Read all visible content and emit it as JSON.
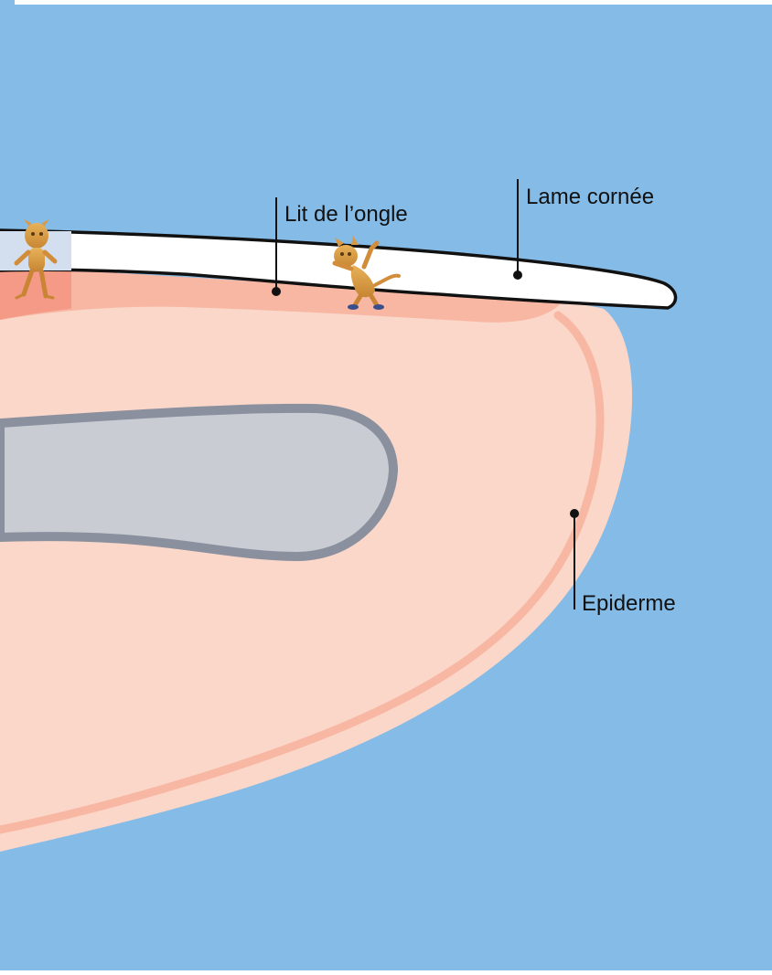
{
  "labels": {
    "nail_bed": "Lit de l’ongle",
    "nail_plate": "Lame cornée",
    "epidermis": "Epiderme"
  },
  "colors": {
    "background": "#85BBE7",
    "top_strip": "#FFFFFF",
    "skin": "#FAD7C9",
    "skin_edge": "#F8B7A3",
    "nail_bed": "#F8B7A3",
    "nail_plate": "#FFFFFF",
    "nail_outline": "#111111",
    "bone": "#C9CCD2",
    "bone_outline": "#8A909E",
    "leader_line": "#111111",
    "label_text": "#111111"
  },
  "icons": [
    "dancing-cat-sticker",
    "dancing-cat-sticker"
  ]
}
